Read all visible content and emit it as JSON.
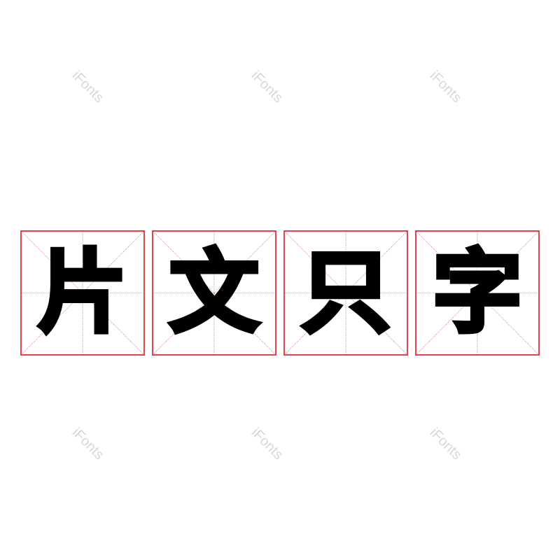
{
  "characters": [
    "片",
    "文",
    "只",
    "字"
  ],
  "watermark": "iFonts",
  "grid_color": "#e0474c"
}
